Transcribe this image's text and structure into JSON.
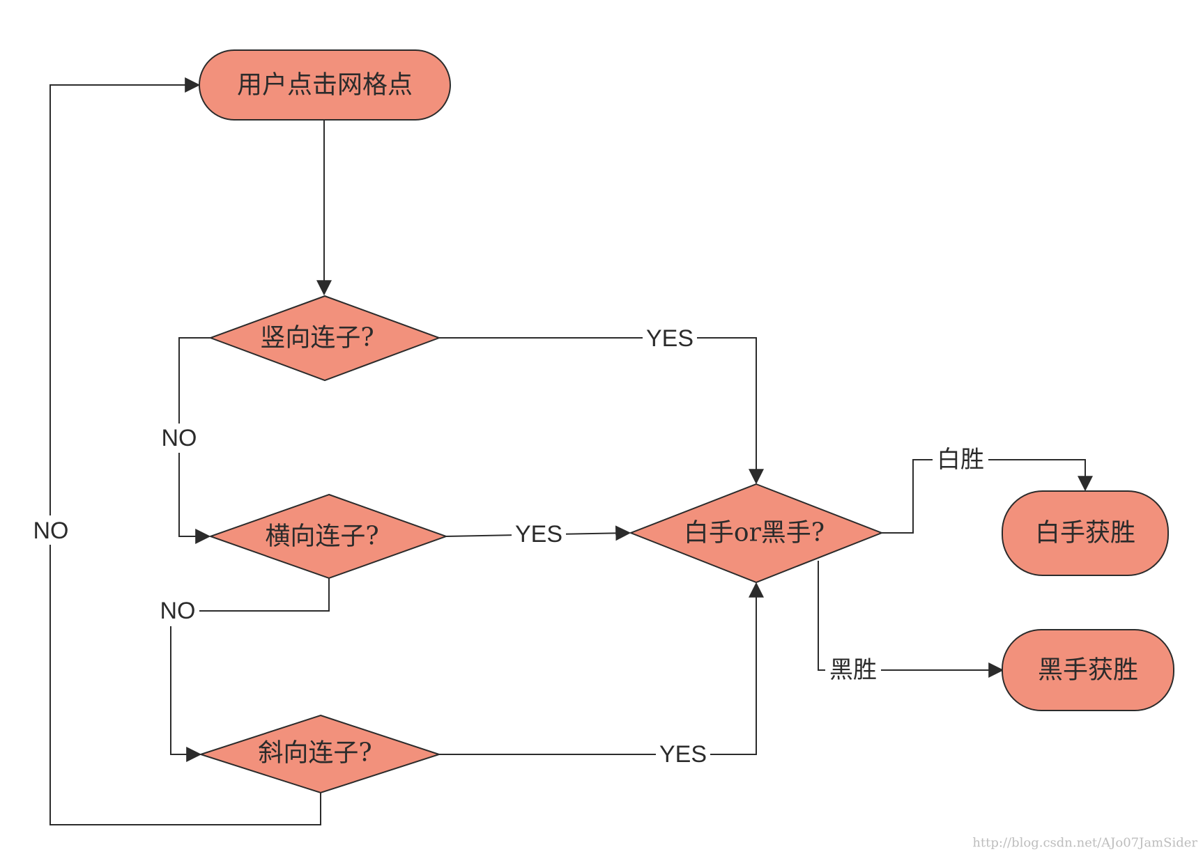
{
  "nodes": {
    "start": "用户点击网格点",
    "vertical": "竖向连子?",
    "horizontal": "横向连子?",
    "diagonal": "斜向连子?",
    "color_check": "白手or黑手?",
    "white_wins": "白手获胜",
    "black_wins": "黑手获胜"
  },
  "edges": {
    "vertical_yes": "YES",
    "vertical_no": "NO",
    "horizontal_yes": "YES",
    "horizontal_no": "NO",
    "diagonal_yes": "YES",
    "diagonal_no": "NO",
    "white": "白胜",
    "black": "黑胜"
  },
  "watermark": "http://blog.csdn.net/AJo07JamSider",
  "colors": {
    "node_fill": "#f2917c",
    "stroke": "#2b2b2b"
  }
}
